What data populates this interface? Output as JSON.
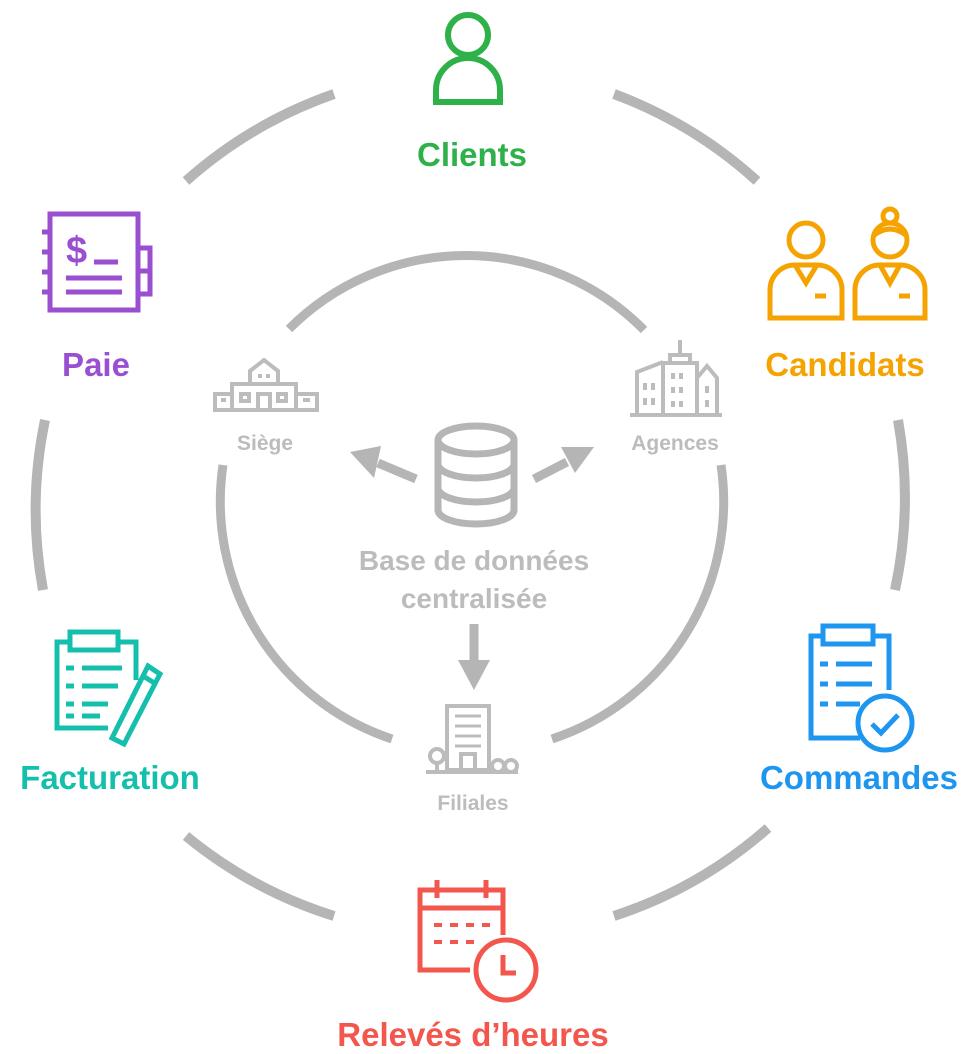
{
  "colors": {
    "clients": "#2fb14a",
    "candidats": "#f5a300",
    "commandes": "#1e96f0",
    "releves": "#f2564c",
    "facturation": "#14bfac",
    "paie": "#9a4fd0",
    "gray": "#b5b5b5",
    "gray_text": "#bcbcbc"
  },
  "outer_ring": {
    "clients": {
      "label": "Clients",
      "icon": "person-icon"
    },
    "candidats": {
      "label": "Candidats",
      "icon": "two-people-icon"
    },
    "commandes": {
      "label": "Commandes",
      "icon": "clipboard-check-icon"
    },
    "releves": {
      "label": "Relevés d’heures",
      "icon": "calendar-clock-icon"
    },
    "facturation": {
      "label": "Facturation",
      "icon": "clipboard-pencil-icon"
    },
    "paie": {
      "label": "Paie",
      "icon": "payroll-notebook-icon"
    }
  },
  "inner_ring": {
    "siege": {
      "label": "Siège",
      "icon": "headquarters-building-icon"
    },
    "agences": {
      "label": "Agences",
      "icon": "city-buildings-icon"
    },
    "filiales": {
      "label": "Filiales",
      "icon": "office-building-icon"
    }
  },
  "center": {
    "line1": "Base de données",
    "line2": "centralisée",
    "icon": "database-icon"
  }
}
